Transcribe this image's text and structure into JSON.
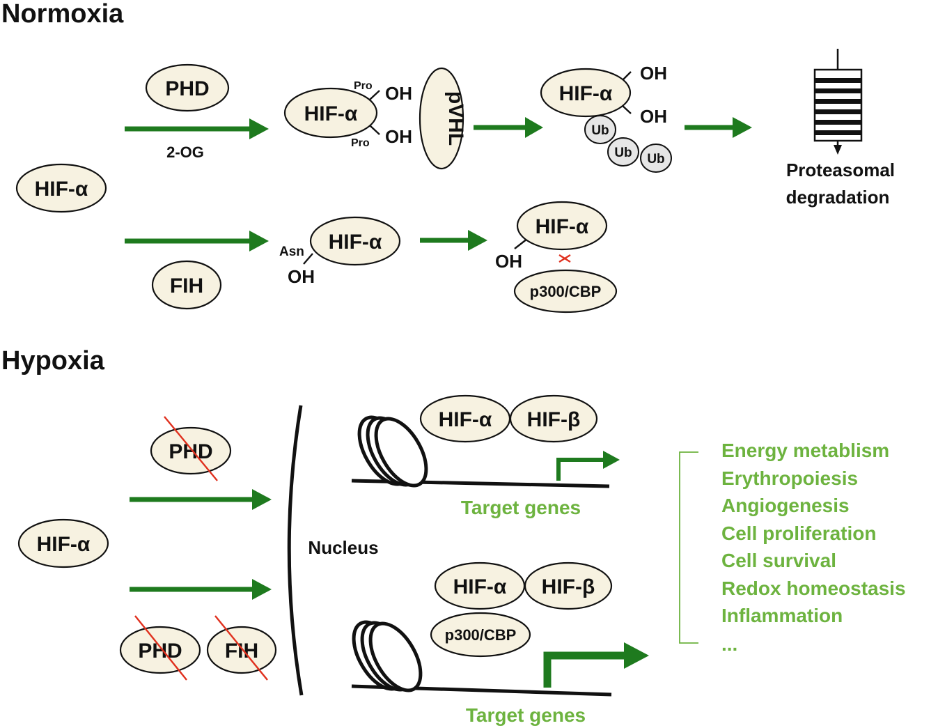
{
  "normoxia": {
    "title": "Normoxia",
    "phd": "PHD",
    "two_og": "2-OG",
    "hif_alpha": "HIF-α",
    "pro": "Pro",
    "oh": "OH",
    "pvhl": "pVHL",
    "ub": "Ub",
    "proteasomal_line1": "Proteasomal",
    "proteasomal_line2": "degradation",
    "fih": "FIH",
    "asn": "Asn",
    "p300": "p300/CBP"
  },
  "hypoxia": {
    "title": "Hypoxia",
    "phd": "PHD",
    "fih": "FIH",
    "hif_alpha": "HIF-α",
    "hif_beta": "HIF-β",
    "nucleus": "Nucleus",
    "target_genes": "Target genes",
    "p300": "p300/CBP",
    "outcomes": [
      "Energy metablism",
      "Erythropoiesis",
      "Angiogenesis",
      "Cell proliferation",
      "Cell survival",
      "Redox homeostasis",
      "Inflammation",
      "..."
    ]
  },
  "colors": {
    "arrow": "#1e7a1e",
    "outcome_text": "#6db33f",
    "inhibition": "#e0301e",
    "ellipse_fill": "#f7f2e1"
  }
}
